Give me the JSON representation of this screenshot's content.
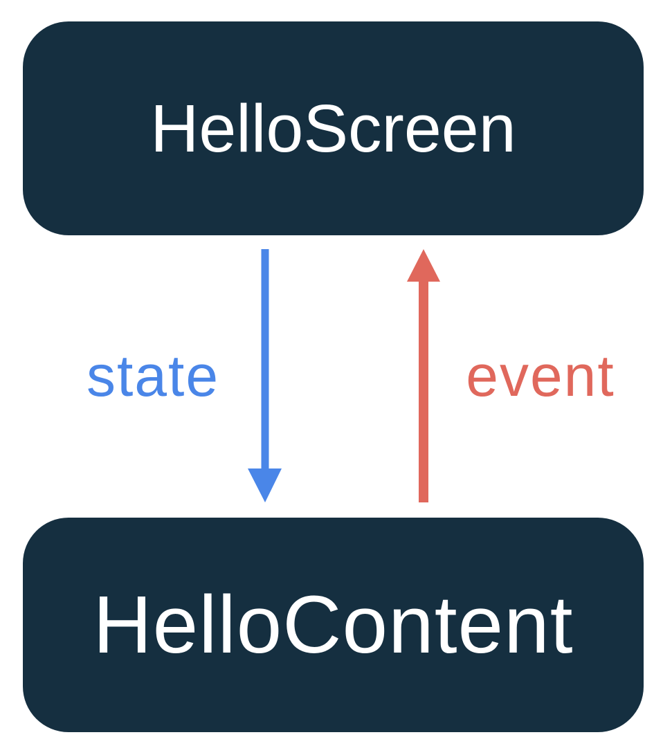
{
  "diagram": {
    "type": "unidirectional-data-flow",
    "nodes": [
      {
        "id": "screen",
        "label": "HelloScreen"
      },
      {
        "id": "content",
        "label": "HelloContent"
      }
    ],
    "arrows": [
      {
        "id": "state",
        "label": "state",
        "direction": "down",
        "from": "HelloScreen",
        "to": "HelloContent",
        "color": "#4A86E8"
      },
      {
        "id": "event",
        "label": "event",
        "direction": "up",
        "from": "HelloContent",
        "to": "HelloScreen",
        "color": "#E0685C"
      }
    ]
  },
  "colors": {
    "background": "#FFFFFF",
    "node_bg": "#152F40",
    "node_text": "#FFFFFF",
    "state": "#4A86E8",
    "event": "#E0685C"
  }
}
